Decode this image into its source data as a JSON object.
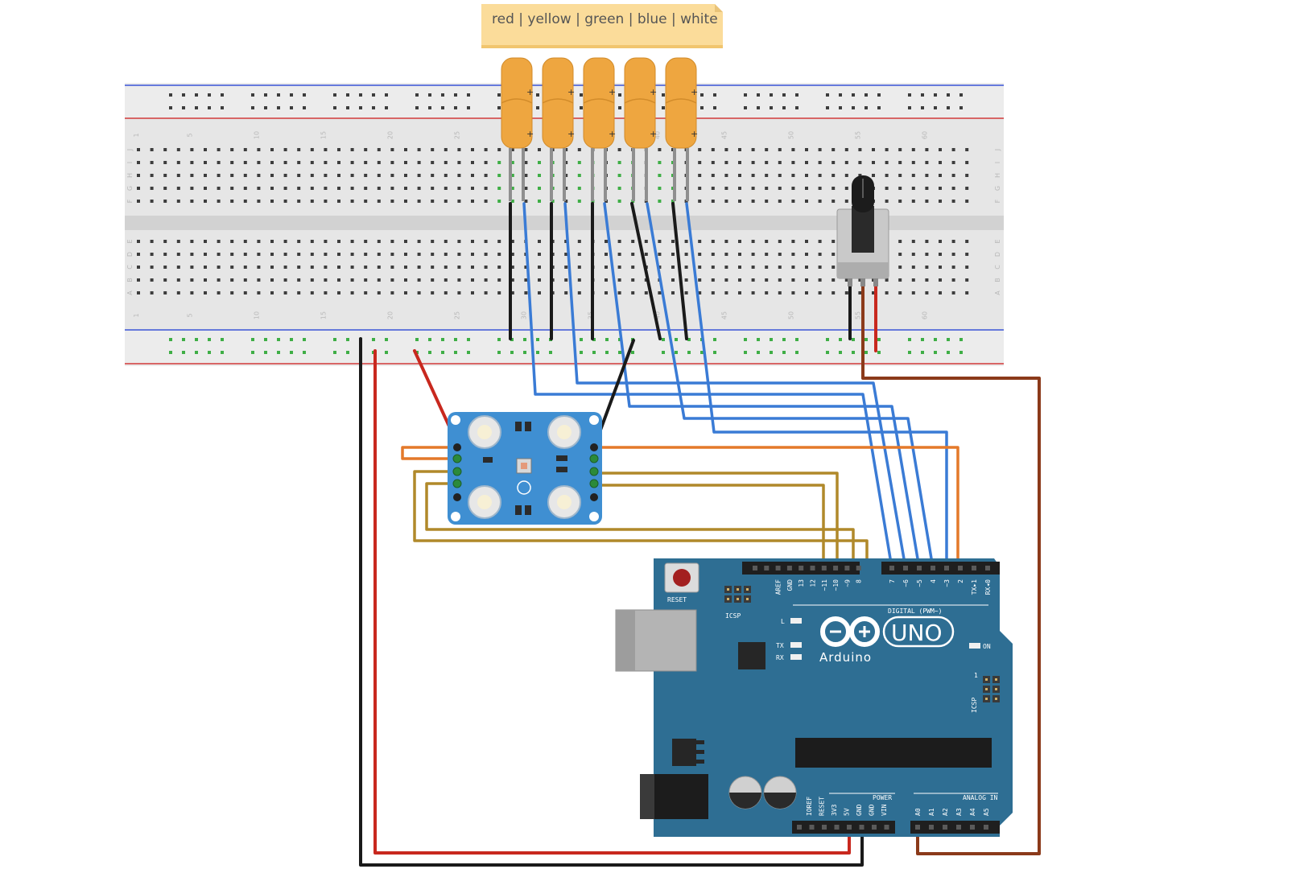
{
  "note": {
    "text": "red | yellow | green | blue | white"
  },
  "breadboard": {
    "column_numbers": [
      "1",
      "5",
      "10",
      "15",
      "20",
      "25",
      "30",
      "35",
      "40",
      "45",
      "50",
      "55",
      "60"
    ],
    "row_letters_top": [
      "J",
      "I",
      "H",
      "G",
      "F"
    ],
    "row_letters_bottom": [
      "E",
      "D",
      "C",
      "B",
      "A"
    ]
  },
  "leds": {
    "count": 5,
    "plus_mark": "+"
  },
  "arduino": {
    "reset_label": "RESET",
    "icsp_label": "ICSP",
    "icsp2_label": "ICSP",
    "l_label": "L",
    "tx_label": "TX",
    "rx_label": "RX",
    "on_label": "ON",
    "logo_text": "UNO",
    "brand_text": "Arduino",
    "digital_label": "DIGITAL (PWM~)",
    "power_label": "POWER",
    "analog_label": "ANALOG IN",
    "pin_one": "1",
    "top_pins": [
      "AREF",
      "GND",
      "13",
      "12",
      "~11",
      "~10",
      "~9",
      "8",
      "7",
      "~6",
      "~5",
      "4",
      "~3",
      "2",
      "TX▸1",
      "RX◂0"
    ],
    "power_pins": [
      "IOREF",
      "RESET",
      "3V3",
      "5V",
      "GND",
      "GND",
      "VIN"
    ],
    "analog_pins": [
      "A0",
      "A1",
      "A2",
      "A3",
      "A4",
      "A5"
    ]
  },
  "colors": {
    "wire_black": "#1a1a1a",
    "wire_blue": "#3a7bd5",
    "wire_red": "#c8281e",
    "wire_orange": "#e4792a",
    "wire_ochre": "#b0892a",
    "wire_brown": "#8b3a1a",
    "arduino_board": "#2e6e93",
    "led_body": "#eea640",
    "sensor_board": "#3f8fd2",
    "breadboard": "#e6e6e6"
  }
}
